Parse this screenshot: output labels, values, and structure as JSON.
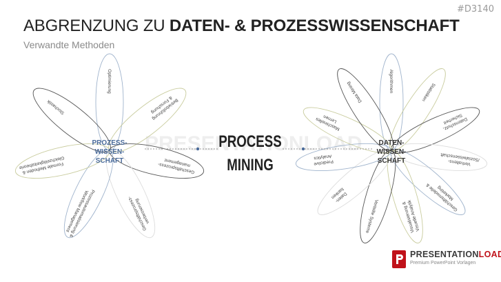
{
  "slide_id": "#D3140",
  "title": {
    "normal": "ABGRENZUNG ZU",
    "bold": "DATEN- & PROZESSWISSENSCHAFT"
  },
  "subtitle": "Verwandte Methoden",
  "center": {
    "line1": "PROCESS",
    "line2": "MINING"
  },
  "watermark": "PRESENTATIONLOAD",
  "left_flower": {
    "label": [
      "PROZESS-",
      "WISSEN-",
      "SCHAFT"
    ],
    "label_color": "#4a6b9a",
    "petals": [
      {
        "lines": [
          "Optimierung"
        ]
      },
      {
        "lines": [
          "Betriebsführung",
          "& Forschung"
        ]
      },
      {
        "lines": [
          "Geschäftsprozess-",
          "management"
        ]
      },
      {
        "lines": [
          "Geschäftsprozess-",
          "verbesserung"
        ]
      },
      {
        "lines": [
          "Prozessautomatisierung &",
          "Workflow Management"
        ]
      },
      {
        "lines": [
          "Formale Methoden &",
          "Gleichzeitigkeitstheorie"
        ]
      },
      {
        "lines": [
          "Stochastik"
        ]
      }
    ]
  },
  "right_flower": {
    "label": [
      "DATEN-",
      "WISSEN-",
      "SCHAFT"
    ],
    "label_color": "#333333",
    "petals": [
      {
        "lines": [
          "Algorithmen"
        ]
      },
      {
        "lines": [
          "Statistiken"
        ]
      },
      {
        "lines": [
          "Datenschutz,",
          "Sicherheit"
        ]
      },
      {
        "lines": [
          "Verhaltens-",
          "/Sozialwissenschaft"
        ]
      },
      {
        "lines": [
          "Geschäftsmodelle &",
          "Marketing"
        ]
      },
      {
        "lines": [
          "Visualisierung &",
          "Visuelle Analytik"
        ]
      },
      {
        "lines": [
          "Verteilte Systeme"
        ]
      },
      {
        "lines": [
          "Daten-",
          "banken"
        ]
      },
      {
        "lines": [
          "Predictive",
          "Analytics"
        ]
      },
      {
        "lines": [
          "Maschinelles",
          "Lernen"
        ]
      },
      {
        "lines": [
          "Data Mining"
        ]
      }
    ]
  },
  "logo": {
    "name_a": "PRESENTATION",
    "name_b": "LOAD",
    "tagline": "Premium PowerPoint Vorlagen",
    "accent": "#c0121a"
  },
  "colors": {
    "blue": "#9fb3cc",
    "olive": "#c9cc9e",
    "dark": "#555555",
    "light": "#dcdcdc"
  }
}
